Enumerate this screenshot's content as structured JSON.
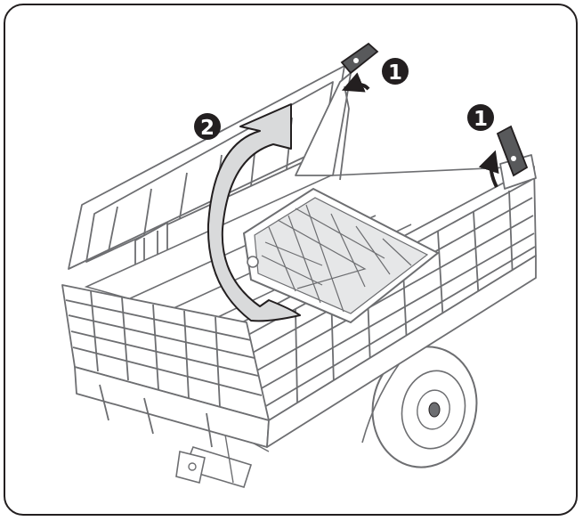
{
  "figure": {
    "callouts": [
      {
        "id": "clip-left",
        "label": "1"
      },
      {
        "id": "clip-right",
        "label": "1"
      },
      {
        "id": "lift",
        "label": "2"
      }
    ],
    "colors": {
      "outline": "#6d6e71",
      "ink": "#231f20",
      "panel_fill": "#ffffff",
      "grid_fill": "#e6e7e8",
      "arrow_fill": "#d9dadb",
      "clip_fill": "#58595b",
      "wheel_fill": "#ffffff"
    }
  }
}
